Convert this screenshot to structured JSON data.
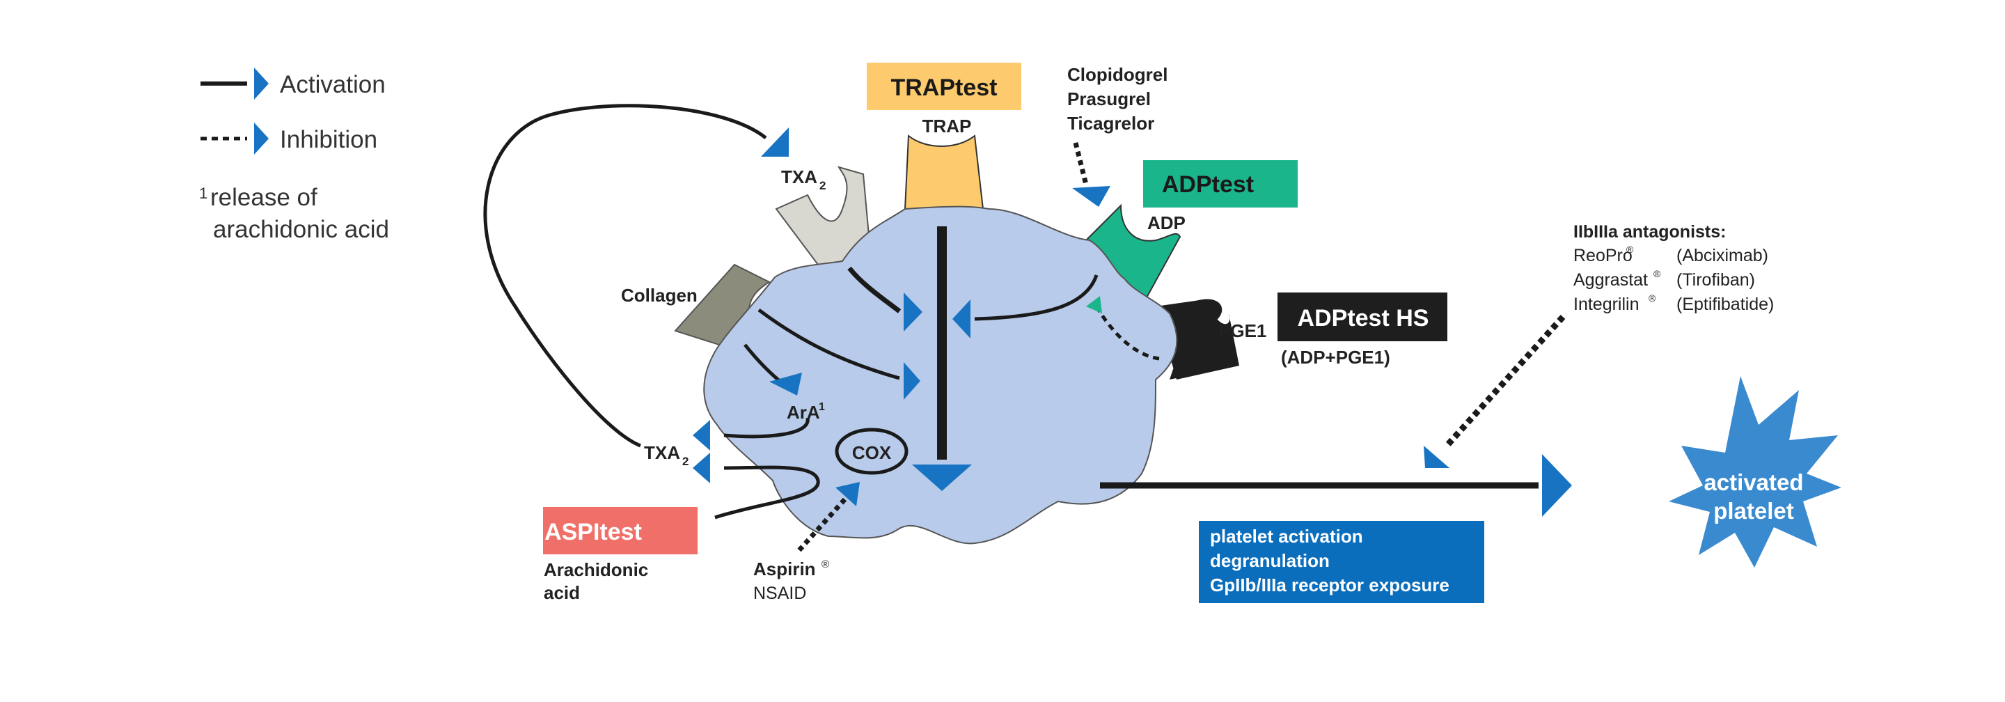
{
  "legend": {
    "activation": "Activation",
    "inhibition": "Inhibition",
    "footnote_mark": "1",
    "footnote_line1": "release of",
    "footnote_line2": "arachidonic acid"
  },
  "tests": {
    "trap": {
      "title": "TRAPtest",
      "color": "#FDCB6E"
    },
    "adp": {
      "title": "ADPtest",
      "color": "#1BB58C"
    },
    "adp_hs": {
      "title": "ADPtest HS",
      "subtitle": "(ADP+PGE1)",
      "color": "#1E1E1E"
    },
    "aspi": {
      "title": "ASPItest",
      "color": "#F07069"
    }
  },
  "receptors": {
    "trap": "TRAP",
    "txa2_top": "TXA",
    "txa2_sub": "2",
    "collagen": "Collagen",
    "adp": "ADP",
    "pge1": "PGE1"
  },
  "inner": {
    "ara": "ArA",
    "ara_sup": "1",
    "cox": "COX",
    "txa2_left": "TXA",
    "txa2_left_sub": "2"
  },
  "drugs": {
    "p2y12": [
      "Clopidogrel",
      "Prasugrel",
      "Ticagrelor"
    ],
    "aspirin": "Aspirin",
    "aspirin_mark": "®",
    "nsaid": "NSAID",
    "arachidonic_line1": "Arachidonic",
    "arachidonic_line2": "acid"
  },
  "antagonists": {
    "title": "IIbIIIa antagonists:",
    "items": [
      {
        "brand": "ReoPro",
        "mark": "®",
        "generic": "(Abciximab)"
      },
      {
        "brand": "Aggrastat",
        "mark": "®",
        "generic": "(Tirofiban)"
      },
      {
        "brand": "Integrilin",
        "mark": "®",
        "generic": "(Eptifibatide)"
      }
    ]
  },
  "outcome": {
    "lines": [
      "platelet activation",
      "degranulation",
      "GpIIb/IIIa receptor exposure"
    ],
    "box_color": "#0A6EBD",
    "result_line1": "activated",
    "result_line2": "platelet",
    "star_color": "#3A8ACF"
  },
  "colors": {
    "platelet": "#B8CBEA",
    "arrow": "#1874C2",
    "line": "#1A1A1A",
    "txa2_receptor": "#D8D8D0",
    "collagen_receptor": "#8C8C7C"
  }
}
